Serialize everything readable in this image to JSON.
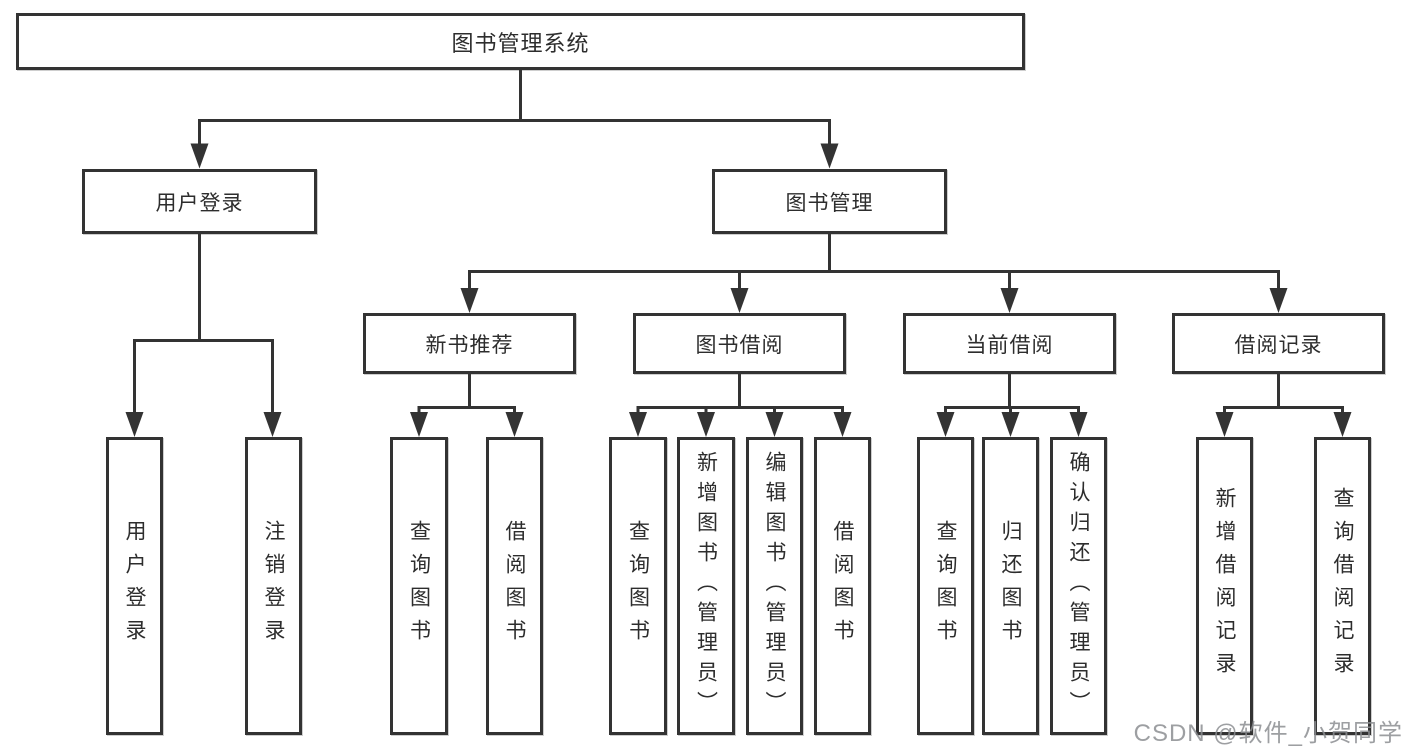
{
  "diagram": {
    "root": {
      "label": "图书管理系统"
    },
    "user_login": {
      "label": "用户登录",
      "children": [
        {
          "label": "用户登录"
        },
        {
          "label": "注销登录"
        }
      ]
    },
    "book_management": {
      "label": "图书管理",
      "sections": [
        {
          "label": "新书推荐",
          "children": [
            {
              "label": "查询图书"
            },
            {
              "label": "借阅图书"
            }
          ]
        },
        {
          "label": "图书借阅",
          "children": [
            {
              "label": "查询图书"
            },
            {
              "label": "新增图书（管理员）"
            },
            {
              "label": "编辑图书（管理员）"
            },
            {
              "label": "借阅图书"
            }
          ]
        },
        {
          "label": "当前借阅",
          "children": [
            {
              "label": "查询图书"
            },
            {
              "label": "归还图书"
            },
            {
              "label": "确认归还（管理员）"
            }
          ]
        },
        {
          "label": "借阅记录",
          "children": [
            {
              "label": "新增借阅记录"
            },
            {
              "label": "查询借阅记录"
            }
          ]
        }
      ]
    },
    "watermark": {
      "text": "CSDN @软件_小贺同学"
    },
    "colors": {
      "line": "#333333",
      "box_background": "#ffffff",
      "watermark": "#8c8e92"
    }
  }
}
